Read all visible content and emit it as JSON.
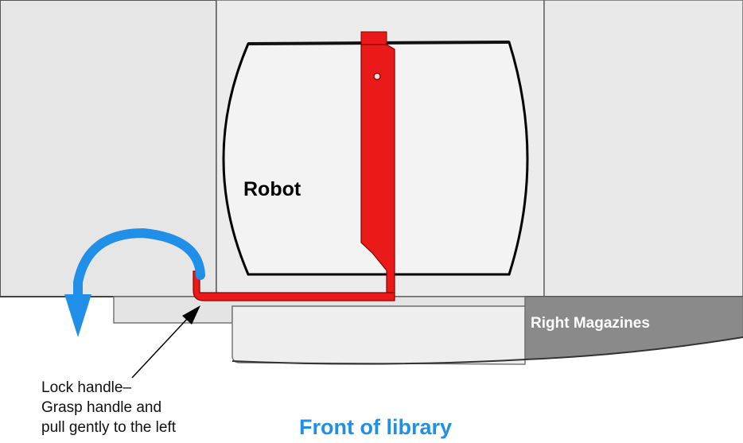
{
  "labels": {
    "robot": "Robot",
    "right_magazines": "Right Magazines",
    "front_of_library": "Front of library"
  },
  "callout": {
    "line1": "Lock handle–",
    "line2": "Grasp handle and",
    "line3": "pull gently to the left"
  },
  "colors": {
    "handle": "#ea1a1a",
    "rotation_arrow": "#1f8fe8",
    "front_label": "#1f8fe8",
    "panel": "#ececec",
    "magazines_band": "#8a8a8a"
  },
  "icons": {
    "rotation_arrow": "curved-arrow-icon",
    "pointer_arrow": "arrow-icon"
  }
}
